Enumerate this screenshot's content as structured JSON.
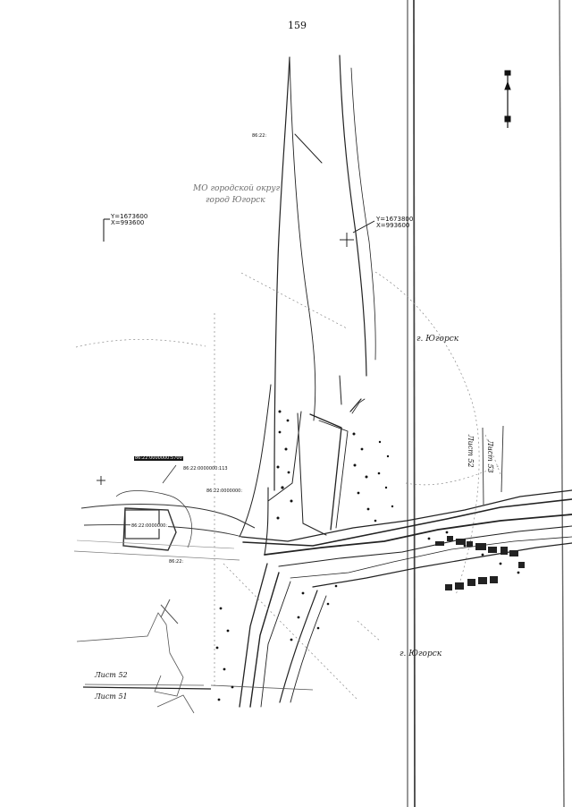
{
  "page": {
    "number": "159"
  },
  "map": {
    "coordinates": {
      "left": {
        "y_label": "Y=1673600",
        "x_label": "X=993600"
      },
      "right": {
        "y_label": "Y=1673800",
        "x_label": "X=993600"
      }
    },
    "municipality_labels": {
      "line1": "МО городской округ",
      "line2": "город Югорск"
    },
    "city_labels": {
      "top": "г. Югорск",
      "bottom": "г. Югорск"
    },
    "sheet_labels": {
      "left_52": "Лист 52",
      "left_51": "Лист 51",
      "right_53": "Лист 53",
      "right_52": "Лист 52"
    },
    "small_tags": {
      "road_top": "86:22:0000000:5700",
      "road_2": "86:22:0000000:113",
      "road_3": "86:22:0000000:",
      "road_4": "86:22:0000000:",
      "road_5": "86:22:",
      "top_small": "86:22:"
    },
    "icons": {
      "north_arrow": "north-arrow-icon"
    },
    "colors": {
      "line": "#222222",
      "grey": "#7a7a7a",
      "light": "#a0a0a0"
    }
  }
}
